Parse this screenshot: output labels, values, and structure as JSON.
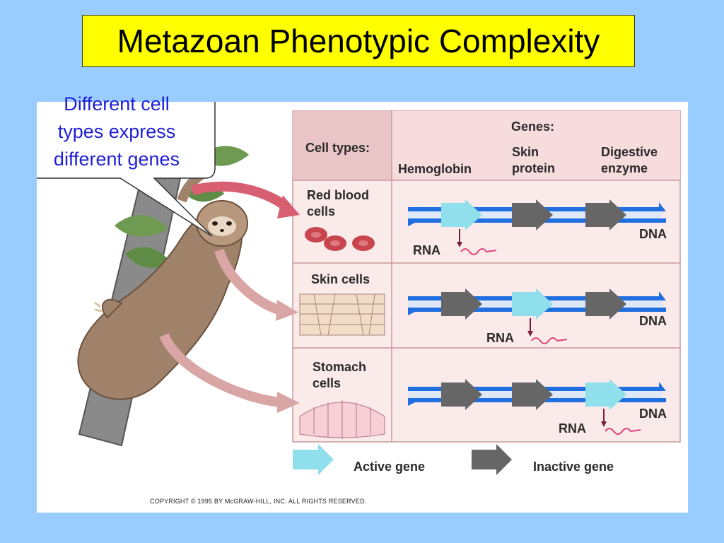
{
  "title": "Metazoan Phenotypic Complexity",
  "callout": {
    "lines": [
      "Different cell",
      "types express",
      "different genes"
    ]
  },
  "table": {
    "cell_types_header": "Cell types:",
    "genes_header": "Genes:",
    "gene_columns": [
      {
        "line1": "Hemoglobin",
        "line2": ""
      },
      {
        "line1": "Skin",
        "line2": "protein"
      },
      {
        "line1": "Digestive",
        "line2": "enzyme"
      }
    ],
    "rows": [
      {
        "label_line1": "Red blood",
        "label_line2": "cells",
        "active_gene": 0,
        "rna_label": "RNA",
        "dna_label": "DNA"
      },
      {
        "label_line1": "Skin cells",
        "label_line2": "",
        "active_gene": 1,
        "rna_label": "RNA",
        "dna_label": "DNA"
      },
      {
        "label_line1": "Stomach",
        "label_line2": "cells",
        "active_gene": 2,
        "rna_label": "RNA",
        "dna_label": "DNA"
      }
    ]
  },
  "legend": {
    "active_label": "Active gene",
    "inactive_label": "Inactive gene"
  },
  "copyright": "COPYRIGHT © 1995 BY McGRAW-HILL, INC. ALL RIGHTS RESERVED.",
  "colors": {
    "background": "#99ccff",
    "title_bg": "#ffff00",
    "callout_text": "#1f1fd6",
    "active_gene": "#8fe0ec",
    "inactive_gene": "#666666",
    "dna_blue": "#1f6fe0",
    "table_header": "#e9c5c8",
    "table_body": "#fbeaea",
    "rna": "#e0457a"
  }
}
